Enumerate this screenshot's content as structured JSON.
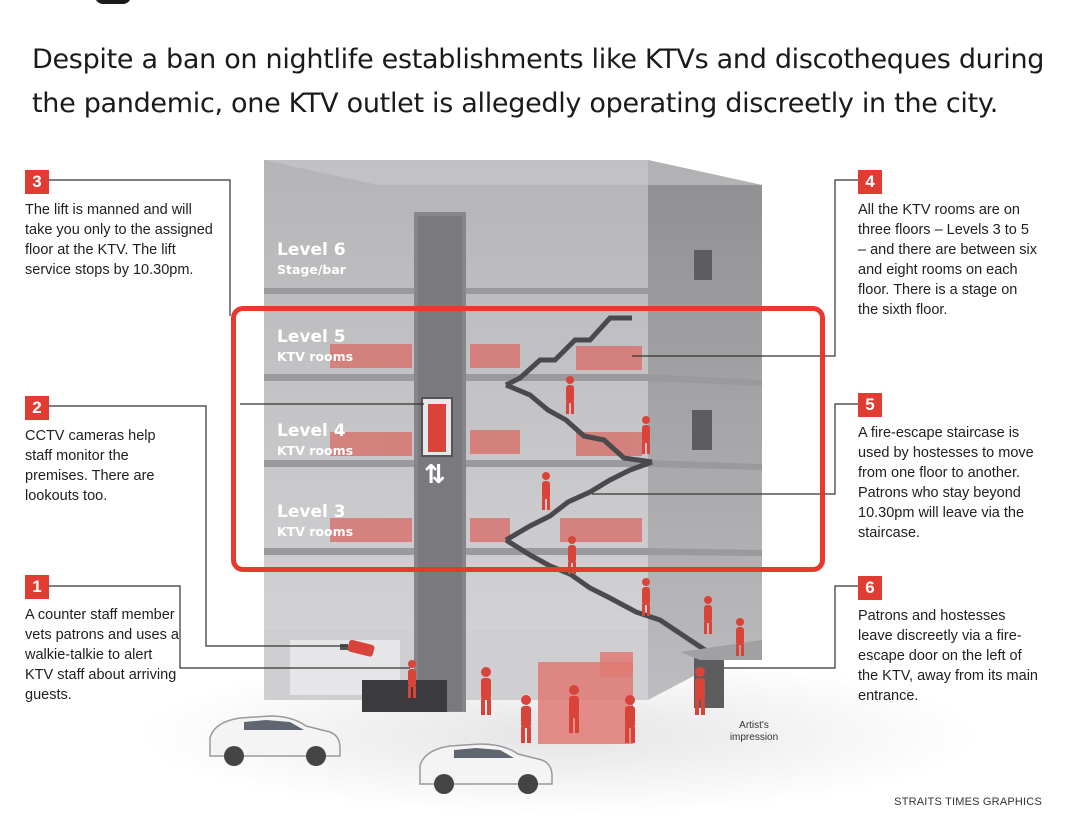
{
  "intro": "Despite a ban on nightlife establishments like KTVs and discotheques during the pandemic, one KTV outlet is allegedly operating discreetly in the city.",
  "levels": [
    {
      "name": "Level 6",
      "sub": "Stage/bar"
    },
    {
      "name": "Level 5",
      "sub": "KTV rooms"
    },
    {
      "name": "Level 4",
      "sub": "KTV rooms"
    },
    {
      "name": "Level 3",
      "sub": "KTV rooms"
    }
  ],
  "callouts": [
    {
      "num": "1",
      "text": "A counter staff member vets patrons and uses a walkie-talkie to alert KTV staff about arriving guests."
    },
    {
      "num": "2",
      "text": "CCTV cameras help staff monitor the premises. There are lookouts too."
    },
    {
      "num": "3",
      "text": "The lift is manned and will take you only to the assigned floor at the KTV. The lift service stops by 10.30pm."
    },
    {
      "num": "4",
      "text": "All the KTV rooms are on three floors – Levels 3 to 5 – and there are between six and eight rooms on each floor. There is a stage on the sixth floor."
    },
    {
      "num": "5",
      "text": "A fire-escape staircase is used by hostesses to move from one floor to another. Patrons who stay beyond 10.30pm will leave via the staircase."
    },
    {
      "num": "6",
      "text": "Patrons and hostesses leave discreetly via a fire-escape door on the left of the KTV, away from its main entrance."
    }
  ],
  "lift_arrows": "⇅",
  "artist_note": "Artist's impression",
  "credit": "STRAITS TIMES GRAPHICS",
  "colors": {
    "accent": "#e03c31",
    "highlight": "#e83a2c",
    "building": "#a9a9ab"
  },
  "icons": [
    "cctv-camera-icon",
    "person-figure-icon",
    "car-icon",
    "lift-arrows-icon"
  ]
}
